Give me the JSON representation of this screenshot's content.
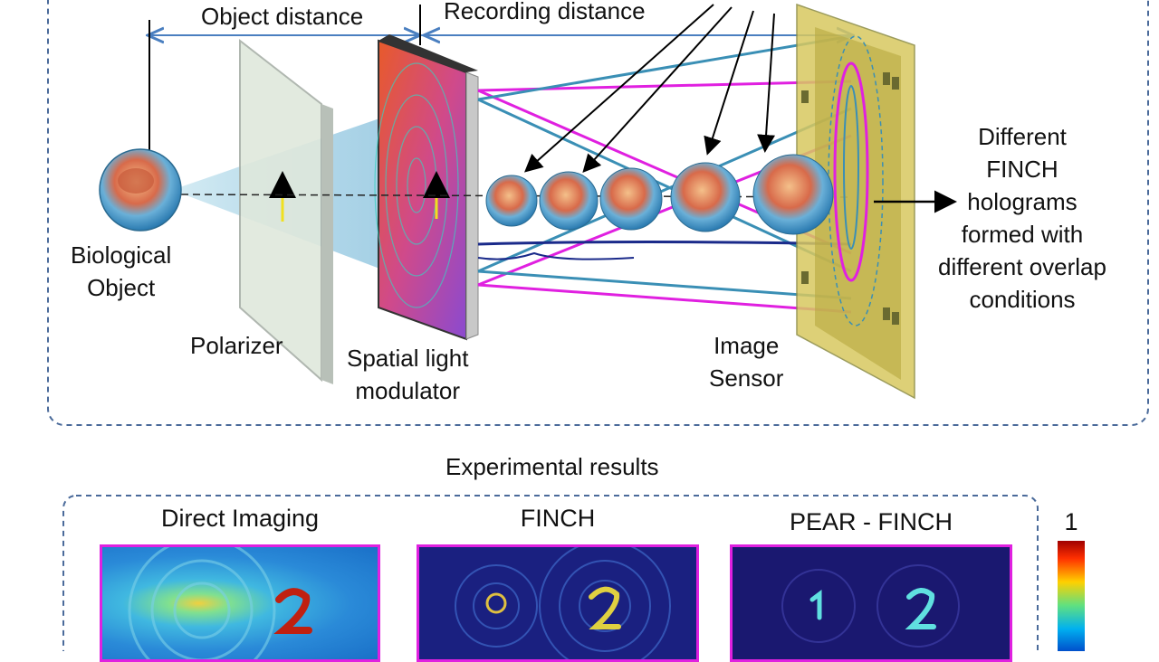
{
  "diagram": {
    "labels": {
      "object_distance": "Object distance",
      "recording_distance": "Recording distance",
      "biological_object": [
        "Biological",
        "Object"
      ],
      "polarizer": "Polarizer",
      "slm": [
        "Spatial light",
        "modulator"
      ],
      "image_sensor": [
        "Image",
        "Sensor"
      ],
      "holograms": [
        "Different",
        "FINCH",
        "holograms",
        "formed with",
        "different overlap",
        "conditions"
      ]
    }
  },
  "results": {
    "title": "Experimental results",
    "panels": [
      {
        "label": "Direct Imaging"
      },
      {
        "label": "FINCH"
      },
      {
        "label": "PEAR - FINCH"
      }
    ],
    "colorbar_max": "1"
  },
  "colors": {
    "box_border": "#4a6a9a",
    "arrow_blue": "#4a7fc0",
    "ray_magenta": "#e020e0",
    "ray_teal": "#3a8fb5"
  }
}
